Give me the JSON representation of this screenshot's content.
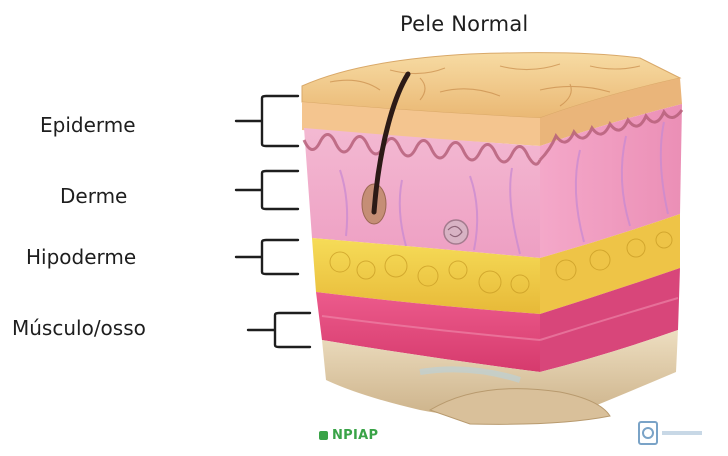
{
  "title": "Pele Normal",
  "layers": [
    {
      "id": "epiderme",
      "label": "Epiderme"
    },
    {
      "id": "derme",
      "label": "Derme"
    },
    {
      "id": "hipoderme",
      "label": "Hipoderme"
    },
    {
      "id": "musculo-osso",
      "label": "Músculo/osso"
    }
  ],
  "logo": {
    "text": "NPIAP"
  },
  "colors": {
    "epidermis_top": "#f1c989",
    "dermis": "#f1a9c8",
    "fat": "#f3d14a",
    "muscle": "#e2457a",
    "logo_green": "#39a347"
  }
}
